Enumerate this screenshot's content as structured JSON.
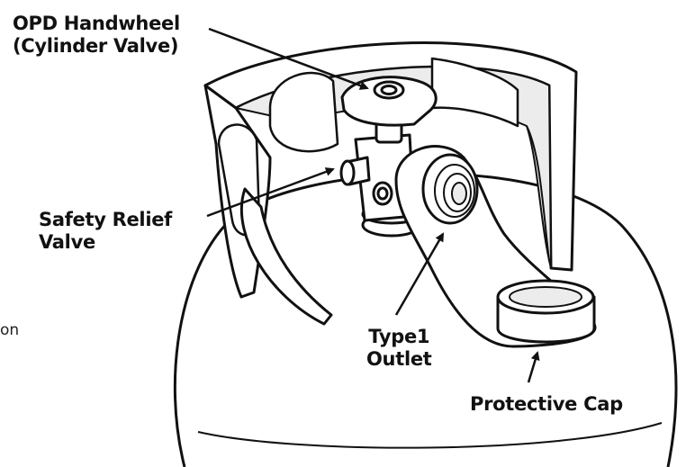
{
  "labels": {
    "handwheel": [
      "OPD Handwheel",
      "(Cylinder Valve)"
    ],
    "relief": [
      "Safety Relief",
      "Valve"
    ],
    "outlet": [
      "Type1",
      "Outlet"
    ],
    "cap": "Protective Cap",
    "partial_left_text": "on"
  },
  "colors": {
    "ink": "#111111",
    "paper": "#ffffff",
    "tint": "#ececec"
  }
}
